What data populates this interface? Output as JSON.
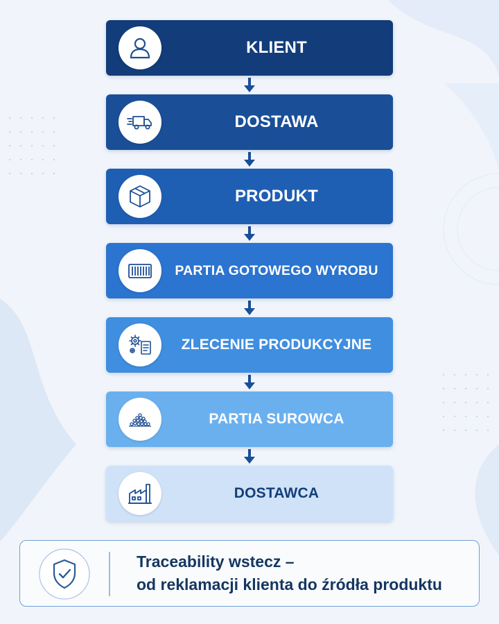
{
  "flow": {
    "steps": [
      {
        "label": "KLIENT",
        "icon": "user-icon"
      },
      {
        "label": "DOSTAWA",
        "icon": "delivery-truck-icon"
      },
      {
        "label": "PRODUKT",
        "icon": "box-icon"
      },
      {
        "label": "PARTIA GOTOWEGO WYROBU",
        "icon": "container-icon"
      },
      {
        "label": "ZLECENIE PRODUKCYJNE",
        "icon": "gears-document-icon"
      },
      {
        "label": "PARTIA SUROWCA",
        "icon": "granules-pile-icon"
      },
      {
        "label": "DOSTAWCA",
        "icon": "factory-icon"
      }
    ],
    "colors": [
      "#123d7a",
      "#1a4f98",
      "#1f5fb3",
      "#2b74cf",
      "#3f8ee0",
      "#6ab0ef",
      "#cfe2f8"
    ],
    "arrow_color": "#1a4f98"
  },
  "footer": {
    "icon": "shield-check-icon",
    "line1": "Traceability wstecz –",
    "line2": "od reklamacji klienta do źródła produktu"
  }
}
